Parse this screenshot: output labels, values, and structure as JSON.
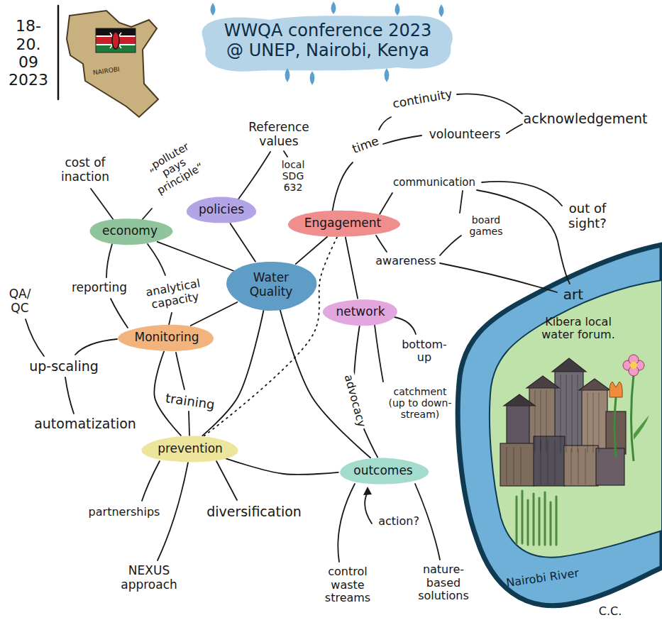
{
  "diagram": {
    "title": "WWQA conference 2023 @ UNEP, Nairobi, Kenya",
    "nodes": [
      {
        "text": [
          "policies"
        ]
      },
      {
        "text": [
          "Engagement"
        ]
      },
      {
        "text": [
          "economy"
        ]
      },
      {
        "text": [
          "Water Quality"
        ]
      },
      {
        "text": [
          "network"
        ]
      },
      {
        "text": [
          "Monitoring"
        ]
      },
      {
        "text": [
          "prevention"
        ]
      },
      {
        "text": [
          "outcomes"
        ]
      }
    ],
    "edges": [
      {
        "from": 2,
        "to": 3,
        "arrow": "none"
      },
      {
        "from": 0,
        "to": 3,
        "arrow": "none"
      },
      {
        "from": 1,
        "to": 3,
        "arrow": "none"
      },
      {
        "from": 3,
        "to": 5,
        "arrow": "none"
      },
      {
        "from": 3,
        "to": 6,
        "arrow": "none"
      },
      {
        "from": 3,
        "to": 7,
        "arrow": "none"
      },
      {
        "from": 1,
        "to": 4,
        "arrow": "none"
      },
      {
        "from": 4,
        "to": 7,
        "label": "advocacy",
        "arrow": "none"
      },
      {
        "from": 5,
        "to": 6,
        "arrow": "none"
      },
      {
        "from": 6,
        "to": 7,
        "arrow": "none"
      },
      {
        "from": 1,
        "to": 6,
        "arrow": "none"
      }
    ],
    "labels": [
      "18- 20. 09 2023",
      "NAIROBI",
      "continuity",
      "acknowledgement",
      "Reference values",
      "volounteers",
      "time",
      "cost of inaction",
      "„polluter pays principle“",
      "local SDG 632",
      "communication",
      "out of sight?",
      "board games",
      "awareness",
      "art",
      "reporting",
      "analytical capacity",
      "QA/ QC",
      "Kibera local water forum.",
      "bottom-up",
      "up-scaling",
      "training",
      "catchment (up to down-stream)",
      "automatization",
      "partnerships",
      "diversification",
      "action?",
      "Nairobi River",
      "NEXUS approach",
      "control waste streams",
      "nature-based solutions",
      "C.C."
    ]
  }
}
